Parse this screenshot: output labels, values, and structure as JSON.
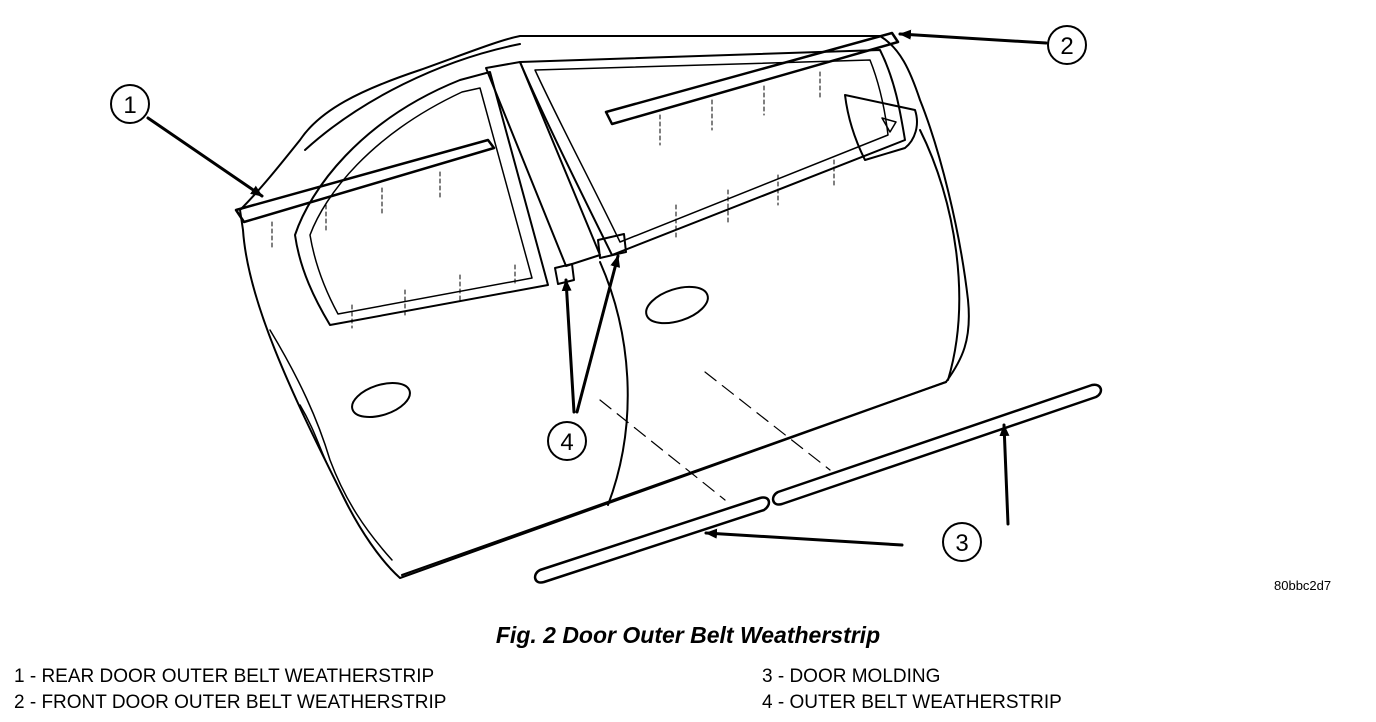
{
  "diagram": {
    "callouts": [
      "1",
      "2",
      "3",
      "4"
    ],
    "code": "80bbc2d7"
  },
  "caption": "Fig. 2 Door Outer Belt Weatherstrip",
  "legend": [
    "1 - REAR DOOR OUTER BELT WEATHERSTRIP",
    "2 - FRONT DOOR OUTER BELT WEATHERSTRIP",
    "3 - DOOR MOLDING",
    "4 - OUTER BELT WEATHERSTRIP"
  ],
  "colors": {
    "ink": "#000000",
    "background": "#ffffff"
  }
}
